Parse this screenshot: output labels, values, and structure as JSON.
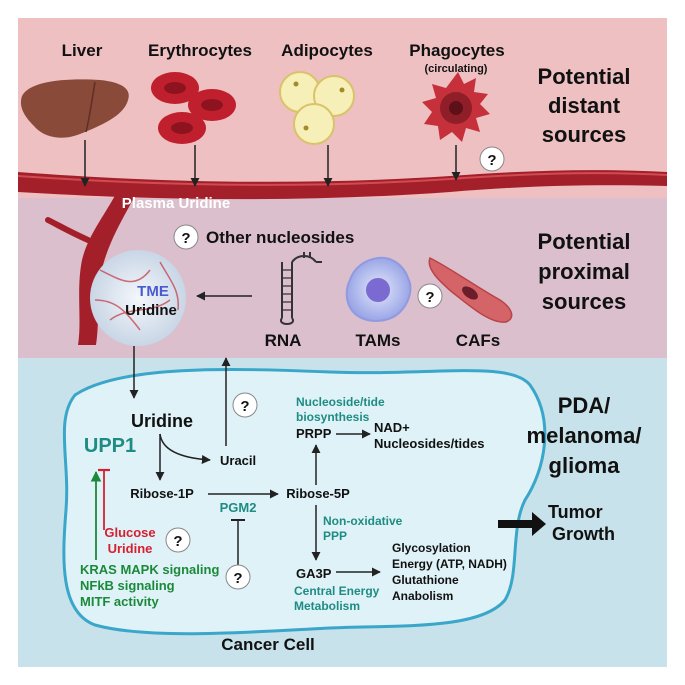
{
  "sources_distant": {
    "liver": "Liver",
    "erythrocytes": "Erythrocytes",
    "adipocytes": "Adipocytes",
    "phagocytes": "Phagocytes",
    "phagocytes_note": "(circulating)",
    "section_label_1": "Potential",
    "section_label_2": "distant",
    "section_label_3": "sources"
  },
  "plasma_label": "Plasma Uridine",
  "proximal": {
    "other_nucleosides": "Other nucleosides",
    "tme_1": "TME",
    "tme_2": "Uridine",
    "rna": "RNA",
    "tams": "TAMs",
    "cafs": "CAFs",
    "section_label_1": "Potential",
    "section_label_2": "proximal",
    "section_label_3": "sources"
  },
  "cell": {
    "section_label_1": "PDA/",
    "section_label_2": "melanoma/",
    "section_label_3": "glioma",
    "uridine": "Uridine",
    "uracil": "Uracil",
    "upp1": "UPP1",
    "ribose1p": "Ribose-1P",
    "pgm2": "PGM2",
    "ribose5p": "Ribose-5P",
    "glucose": "Glucose",
    "uridine_red": "Uridine",
    "signal_1": "KRAS MAPK signaling",
    "signal_2": "NFkB signaling",
    "signal_3": "MITF activity",
    "nucleoside_1": "Nucleoside/tide",
    "nucleoside_2": "biosynthesis",
    "prpp": "PRPP",
    "nad": "NAD+",
    "nucleosides_tides": "Nucleosides/tides",
    "nonox_1": "Non-oxidative",
    "nonox_2": "PPP",
    "ga3p": "GA3P",
    "cem_1": "Central Energy",
    "cem_2": "Metabolism",
    "out_1": "Glycosylation",
    "out_2": "Energy (ATP, NADH)",
    "out_3": "Glutathione",
    "out_4": "Anabolism",
    "cancer_cell": "Cancer Cell",
    "tumor_1": "Tumor",
    "tumor_2": "Growth",
    "question": "?"
  },
  "colors": {
    "top_band": "#eec0c2",
    "mid_band": "#dbbfcd",
    "bottom_band": "#c7e2ea",
    "cell_fill": "#dff2f8",
    "cell_stroke": "#3aa6c9",
    "teal": "#1e8c82",
    "green": "#1a8a3a",
    "red": "#d62030",
    "vessel": "#a3202a"
  }
}
